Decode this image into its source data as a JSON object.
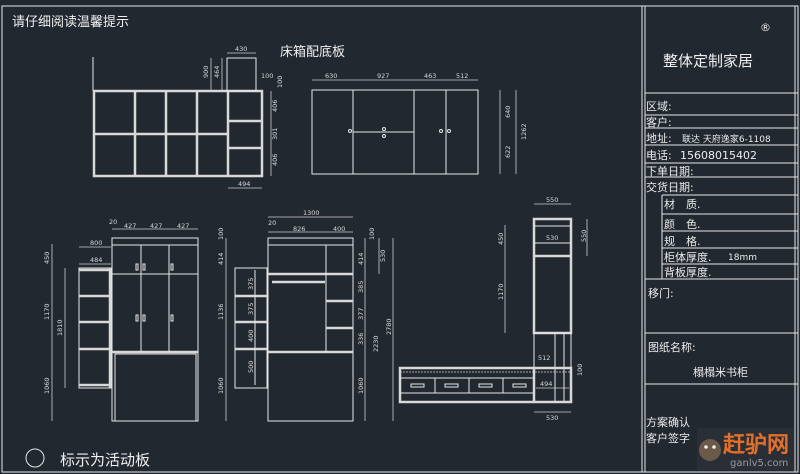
{
  "header": {
    "notice": "请仔细阅读温馨提示"
  },
  "footer": {
    "legend_symbol": "circle",
    "legend_text": "标示为活动板"
  },
  "drawing_bed": {
    "title": "床箱配底板",
    "dims": [
      "430",
      "900",
      "464",
      "100",
      "100",
      "406",
      "301",
      "406",
      "494"
    ]
  },
  "drawing_plan": {
    "dims": [
      "630",
      "927",
      "463",
      "512",
      "640",
      "622",
      "1262"
    ]
  },
  "drawing_wardrobe": {
    "dims": [
      "20",
      "427",
      "427",
      "427",
      "800",
      "484",
      "450",
      "1170",
      "1060",
      "1810"
    ]
  },
  "drawing_section": {
    "dims": [
      "1300",
      "20",
      "826",
      "400",
      "100",
      "414",
      "1136",
      "1060",
      "375",
      "375",
      "400",
      "500",
      "100",
      "414",
      "385",
      "377",
      "336",
      "1060",
      "530",
      "2230",
      "2780"
    ]
  },
  "drawing_side": {
    "dims": [
      "550",
      "530",
      "550",
      "450",
      "1170",
      "530",
      "494",
      "512",
      "100"
    ]
  },
  "title_block": {
    "registered": "®",
    "company": "整体定制家居",
    "region_label": "区域:",
    "client_label": "客户:",
    "address_label": "地址:",
    "address_value": "联达 天府逸家6-1108",
    "phone_label": "电话:",
    "phone_value": "15608015402",
    "order_date_label": "下单日期:",
    "delivery_date_label": "交货日期:",
    "material_label": "材　质.",
    "color_label": "颜　色.",
    "spec_label": "规　格.",
    "body_thickness_label": "柜体厚度.",
    "body_thickness_value": "18mm",
    "back_thickness_label": "背板厚度.",
    "sliding_door_label": "移门:",
    "drawing_name_label": "图纸名称:",
    "drawing_name_value": "榻榻米书柜",
    "confirm_label": "方案确认",
    "signature_label": "客户签字"
  },
  "watermark": {
    "logo_text": "赶驴网",
    "url": "ganlv5.com"
  }
}
